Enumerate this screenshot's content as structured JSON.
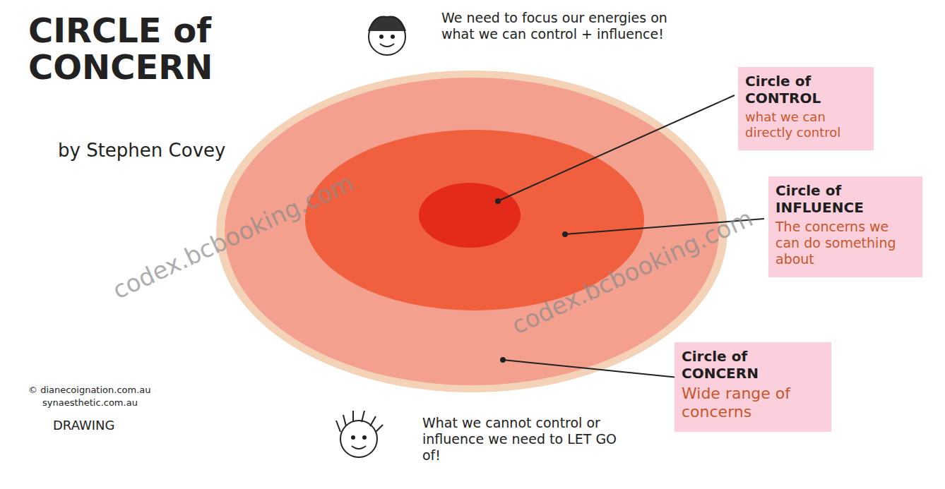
{
  "diagram": {
    "title": "CIRCLE of CONCERN",
    "nodes": [
      {
        "text": [
          "Circle of CONTROL",
          "what we can directly control"
        ]
      },
      {
        "text": [
          "Circle of INFLUENCE",
          "The concerns we can do something about"
        ]
      },
      {
        "text": [
          "Circle of CONCERN",
          "Wide range of concerns"
        ]
      }
    ],
    "labels": [
      "by Stephen Covey",
      "We need to focus our energies on what we can control + influence!",
      "What we cannot control or influence we need to LET GO of!",
      "© dianecoignation.com.au",
      "synaesthetic.com.au",
      "DRAWING",
      "codex.bcbooking.com",
      "codex.bcbooking.com"
    ]
  }
}
